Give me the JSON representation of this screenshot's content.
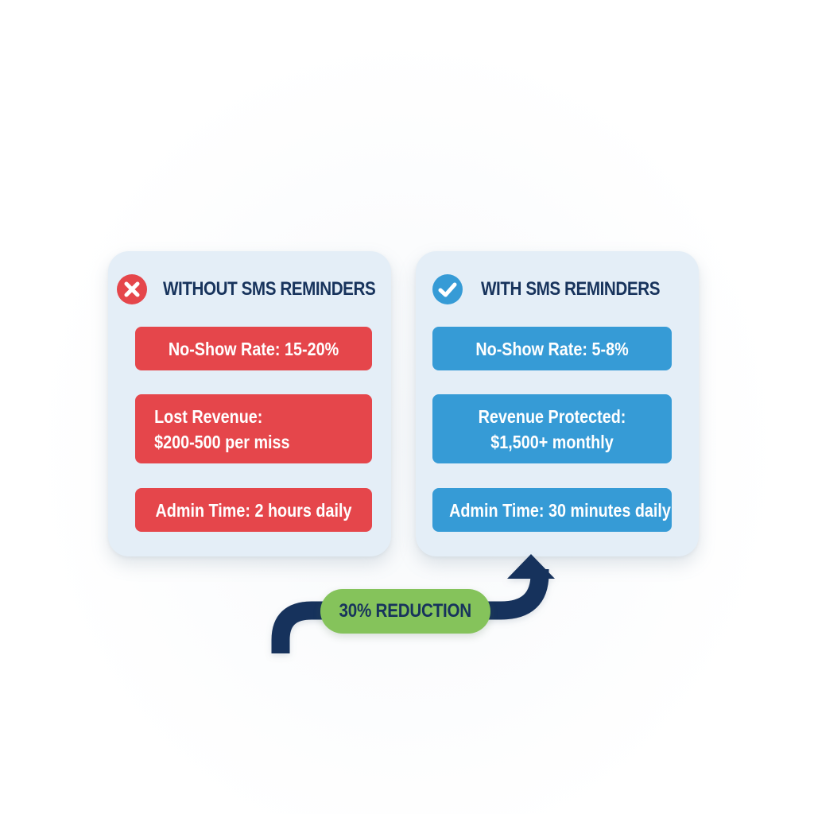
{
  "colors": {
    "card_bg": "#e4eef7",
    "title_navy": "#17335c",
    "negative_red": "#e5464b",
    "positive_blue": "#369bd6",
    "badge_green": "#85c35b",
    "arrow_navy": "#17335c"
  },
  "left_card": {
    "icon": "x-circle-icon",
    "title": "WITHOUT SMS REMINDERS",
    "metrics": [
      {
        "lines": [
          "No-Show Rate: 15-20%"
        ]
      },
      {
        "lines": [
          "Lost Revenue:",
          "$200-500 per miss"
        ]
      },
      {
        "lines": [
          "Admin Time: 2 hours daily"
        ]
      }
    ]
  },
  "right_card": {
    "icon": "check-circle-icon",
    "title": "WITH SMS REMINDERS",
    "metrics": [
      {
        "lines": [
          "No-Show Rate: 5-8%"
        ]
      },
      {
        "lines": [
          "Revenue Protected:",
          "$1,500+ monthly"
        ]
      },
      {
        "lines": [
          "Admin Time: 30 minutes daily"
        ]
      }
    ]
  },
  "transition": {
    "icon": "curved-up-arrow-icon",
    "badge_label": "30% REDUCTION"
  }
}
